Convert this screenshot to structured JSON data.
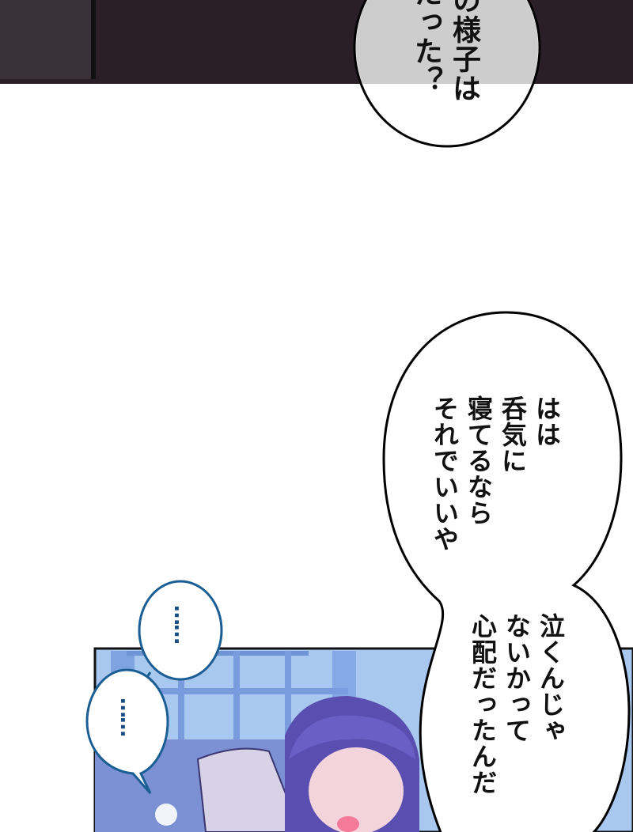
{
  "panels": {
    "top": {
      "bubble_lines": [
        "の様子は",
        "だった？"
      ]
    },
    "middle": {
      "bubble_lines": [
        "はは",
        "呑気に",
        "寝てるなら",
        "それでいいや"
      ]
    },
    "lower": {
      "bubble_lines": [
        "泣くんじゃ",
        "ないかって",
        "心配だったんだ"
      ]
    },
    "blue_bubbles": [
      "……",
      "……"
    ]
  },
  "colors": {
    "top_panel_bg": "#2a1f26",
    "bubble_gray": "#cdcdcd",
    "blue_bubble_stroke": "#1a5e94",
    "bottom_panel_sky": "#a9c8ef",
    "hair": "#5a4fb0"
  }
}
